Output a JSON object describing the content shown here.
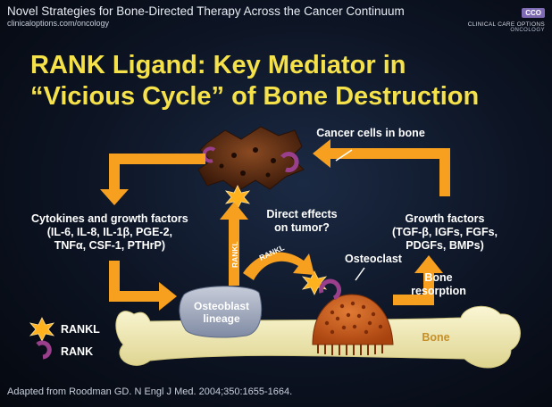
{
  "header": {
    "deck_title": "Novel Strategies for Bone-Directed Therapy Across the Cancer Continuum",
    "url": "clinicaloptions.com/oncology",
    "logo_mark": "CCO",
    "logo_text": "CLINICAL CARE OPTIONS",
    "logo_sub": "ONCOLOGY"
  },
  "title": {
    "line1": "RANK Ligand: Key Mediator in",
    "line2": "“Vicious Cycle” of Bone Destruction"
  },
  "labels": {
    "cancer_cells": "Cancer cells in bone",
    "cytokines_title": "Cytokines and growth factors",
    "cytokines_line2": "(IL-6, IL-8, IL-1β, PGE-2,",
    "cytokines_line3": "TNFα, CSF-1, PTHrP)",
    "direct_effects_line1": "Direct effects",
    "direct_effects_line2": "on tumor?",
    "growth_title": "Growth factors",
    "growth_line2": "(TGF-β, IGFs, FGFs,",
    "growth_line3": "PDGFs, BMPs)",
    "osteoclast": "Osteoclast",
    "osteoblast_line1": "Osteoblast",
    "osteoblast_line2": "lineage",
    "bone_resorption_line1": "Bone",
    "bone_resorption_line2": "resorption",
    "bone": "Bone",
    "rankl_arrow_vertical": "RANKL",
    "rankl_arrow_curved": "RANKL"
  },
  "legend": {
    "rankl": "RANKL",
    "rank": "RANK"
  },
  "footer": "Adapted from Roodman GD. N Engl J Med. 2004;350:1655-1664.",
  "colors": {
    "title": "#f5e14a",
    "arrow": "#f7a01f",
    "bone": "#f2ecb4",
    "osteoclast": "#c5561d",
    "rank": "#9a3f8c",
    "rankl": "#ffb21e"
  }
}
